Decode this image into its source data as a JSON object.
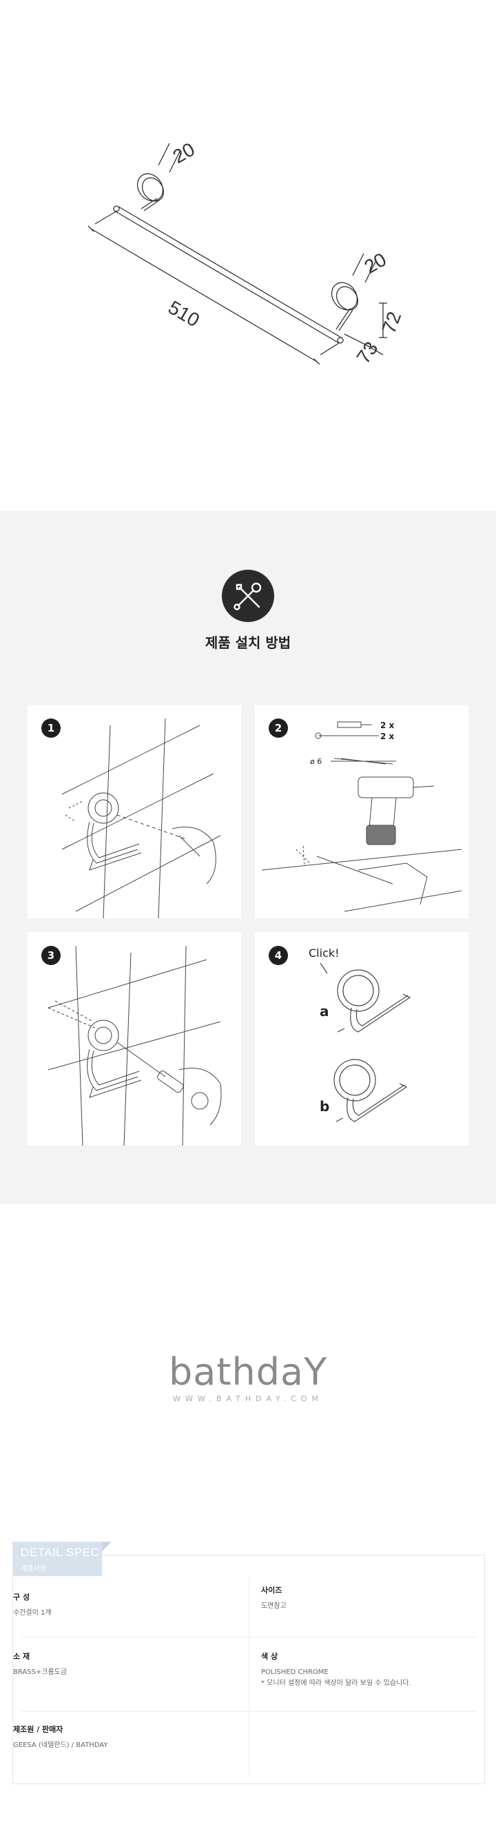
{
  "dimensions": {
    "width": "510",
    "mount_top": "20",
    "mount_right": "20",
    "height": "72",
    "depth": "73"
  },
  "install": {
    "title": "제품 설치 방법",
    "icon": "wrench-screwdriver-icon",
    "steps": [
      {
        "number": "1",
        "illustration": "mark-drill-holes"
      },
      {
        "number": "2",
        "illustration": "drill-with-tools",
        "parts": [
          "2 x",
          "2 x"
        ],
        "drill_size": "ø 6"
      },
      {
        "number": "3",
        "illustration": "screw-mounting"
      },
      {
        "number": "4",
        "illustration": "attach-hook",
        "click_label": "Click!",
        "variants": [
          "a",
          "b"
        ]
      }
    ]
  },
  "brand": {
    "logo": "bathdaY",
    "url": "WWW.BATHDAY.COM"
  },
  "spec": {
    "tab_title": "DETAIL SPEC",
    "tab_subtitle": "제품사양",
    "items": [
      {
        "label": "구 성",
        "value": "수건걸이 1개"
      },
      {
        "label": "사이즈",
        "value": "도면참고"
      },
      {
        "label": "소 재",
        "value": "BRASS+크롬도금"
      },
      {
        "label": "색 상",
        "value": "POLISHED CHROME",
        "note": "* 모니터 설정에 따라 색상이 달라 보일 수 있습니다."
      },
      {
        "label": "제조원 / 판매자",
        "value": "GEESA (네델란드) / BATHDAY"
      }
    ]
  },
  "colors": {
    "install_bg": "#f3f3f3",
    "badge": "#2b2b2b",
    "spec_tab": "#d8e2ec",
    "brand_gray": "#8a8a8a"
  }
}
